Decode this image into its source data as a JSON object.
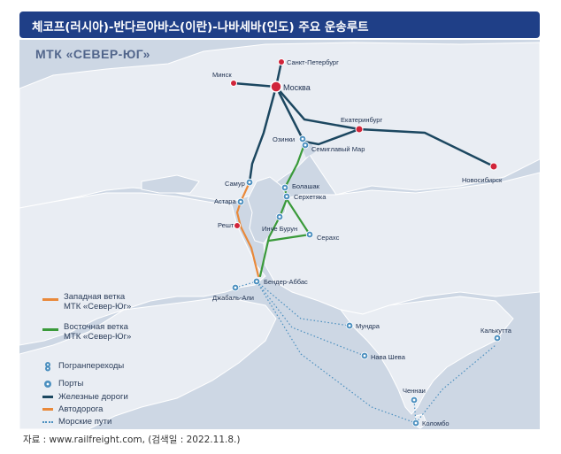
{
  "header": {
    "title": "체코프(러시아)-반다르아바스(이란)-나바세바(인도) 주요 운송루트"
  },
  "map": {
    "title": "МТК «СЕВЕР-ЮГ»",
    "cities": {
      "spb": "Санкт-Петербург",
      "minsk": "Минск",
      "moscow": "Москва",
      "ekaterinburg": "Екатеринбург",
      "ozinki": "Озинки",
      "semiglavy": "Семиглавый Мар",
      "novosibirsk": "Новосибирск",
      "samur": "Самур",
      "astara": "Астара",
      "bolashak": "Болашак",
      "serkhetyaka": "Серхетяка",
      "resht": "Решт",
      "inche": "Инче Бурун",
      "serakhs": "Серахс",
      "bandar": "Бендер-Аббас",
      "jebel": "Джабаль-Али",
      "mundra": "Мундра",
      "nava": "Нава Шева",
      "kolkata": "Калькутта",
      "chennai": "Ченнаи",
      "colombo": "Коломбо"
    }
  },
  "legend": {
    "west": "Западная ветка\nМТК «Север-Юг»",
    "east": "Восточная ветка\nМТК «Север-Юг»",
    "border": "Погранпереходы",
    "ports": "Порты",
    "rail": "Железные дороги",
    "road": "Автодорога",
    "sea": "Морские пути"
  },
  "colors": {
    "west_branch": "#e9893a",
    "east_branch": "#3a9a3a",
    "rail": "#1c4760",
    "city_dot": "#d1253a",
    "port": "#4b8fbf",
    "header_bg": "#1f3f87"
  },
  "source": "자료 : www.railfreight.com, (검색일 : 2022.11.8.)"
}
